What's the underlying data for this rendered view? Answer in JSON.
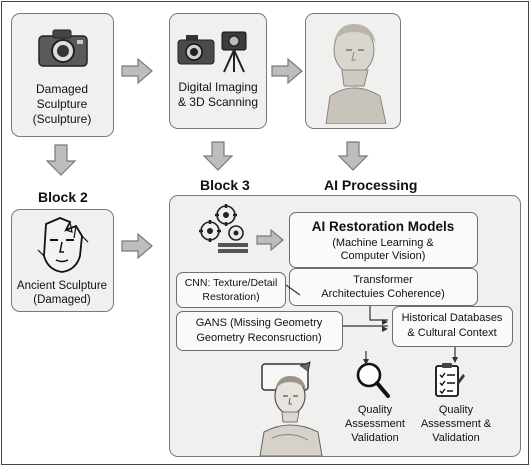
{
  "blocks": {
    "damaged_sculpture": {
      "line1": "Damaged",
      "line2": "Sculpture",
      "line3": "(Sculpture)"
    },
    "digital_imaging": {
      "line1": "Digital Imaging",
      "line2": "& 3D Scanning"
    },
    "ancient_sculpture": {
      "line1": "Ancient Sculpture",
      "line2": "(Damaged)"
    }
  },
  "section_labels": {
    "block2": "Block 2",
    "block3": "Block 3",
    "ai_processing": "AI Processing"
  },
  "ai_models": {
    "title": "AI Restoration Models",
    "subtitle1": "(Machine Learning &",
    "subtitle2": "Computer Vision)"
  },
  "transformer": {
    "line1": "Transformer",
    "line2": "Architectuies Coherence)"
  },
  "cnn": {
    "line1": "CNN: Texture/Detail",
    "line2": "Restoration)"
  },
  "gans": {
    "line1": "GANS (Missing Geometry",
    "line2": "Geometry Reconsruction)"
  },
  "historical": {
    "line1": "Historical Databases",
    "line2": "& Cultural Context"
  },
  "quality1": {
    "line1": "Quality",
    "line2": "Assessment",
    "line3": "Validation"
  },
  "quality2": {
    "line1": "Quality",
    "line2": "Assessment &",
    "line3": "Validation"
  },
  "colors": {
    "arrow_fill": "#bdbdbd",
    "box_fill": "#f0f0ee",
    "border": "#7a7a7a"
  },
  "icons": [
    "camera-icon",
    "scanner-camera-icon",
    "bust-image",
    "damaged-face-icon",
    "gears-icon",
    "magnifier-icon",
    "checklist-icon",
    "restored-bust-image"
  ]
}
